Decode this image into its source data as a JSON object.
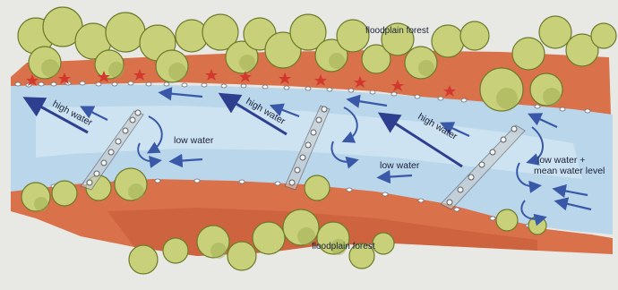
{
  "labels": {
    "floodplain_forest_top": "floodplain forest",
    "floodplain_forest_bottom": "floodplain forest",
    "high_water_1": "high water",
    "high_water_2": "high water",
    "high_water_3": "high water",
    "low_water_1": "low water",
    "low_water_2": "low water",
    "low_water_mean_line1": "low water +",
    "low_water_mean_line2": "mean water level"
  },
  "colors": {
    "paper": "#e8e9e4",
    "earth": "#d9714a",
    "earth_dark": "#c45a36",
    "water": "#b9d6ea",
    "water_light": "#d6e8f3",
    "foliage": "#c8d17a",
    "foliage_dark": "#9aa84c",
    "flow_arrow": "#2f3f8f",
    "small_arrow": "#3a58a8",
    "marker_red": "#d2392e",
    "groyne": "#8a8f94"
  },
  "icons": {
    "tree": "tree-cluster-icon",
    "star": "red-star-marker-icon",
    "arrow": "flow-arrow-icon",
    "groyne": "stone-groyne-icon"
  }
}
